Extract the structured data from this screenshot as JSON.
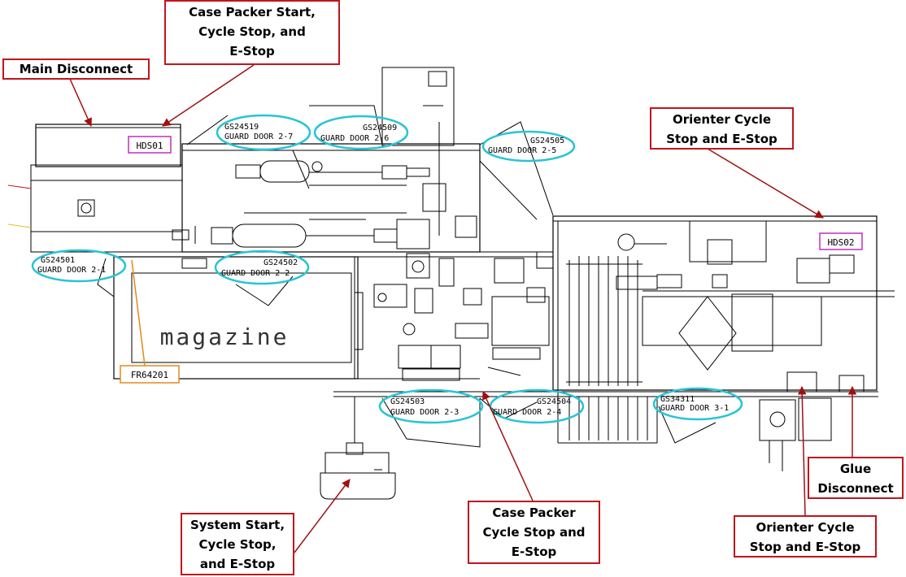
{
  "callouts": {
    "main_disconnect": [
      "Main Disconnect"
    ],
    "case_packer_start": [
      "Case Packer Start,",
      "Cycle Stop, and",
      "E-Stop"
    ],
    "orienter_top": [
      "Orienter Cycle",
      "Stop and E-Stop"
    ],
    "system_start": [
      "System Start,",
      "Cycle Stop,",
      "and E-Stop"
    ],
    "case_packer_cycle": [
      "Case Packer",
      "Cycle Stop and",
      "E-Stop"
    ],
    "glue_disconnect": [
      "Glue",
      "Disconnect"
    ],
    "orienter_bottom": [
      "Orienter Cycle",
      "Stop and E-Stop"
    ]
  },
  "equipment_tags": {
    "hds01": "HDS01",
    "hds02": "HDS02",
    "fr64201": "FR64201",
    "magazine": "magazine"
  },
  "guard_doors": [
    {
      "id": "GS24501",
      "label": "GUARD DOOR 2-1"
    },
    {
      "id": "GS24502",
      "label": "GUARD DOOR 2-2"
    },
    {
      "id": "GS24503",
      "label": "GUARD DOOR 2-3"
    },
    {
      "id": "GS24504",
      "label": "GUARD DOOR 2-4"
    },
    {
      "id": "GS24505",
      "label": "GUARD DOOR 2-5"
    },
    {
      "id": "GS24509",
      "label": "GUARD DOOR 2-6"
    },
    {
      "id": "GS24519",
      "label": "GUARD DOOR 2-7"
    },
    {
      "id": "GS34311",
      "label": "GUARD DOOR 3-1"
    }
  ],
  "colors": {
    "callout_border": "#c0161b",
    "arrow": "#a01010",
    "guard_ellipse": "#29c4d4",
    "disconnect_tag": "#c02fc0",
    "fr_tag": "#e08a1e",
    "drawing": "#000000"
  }
}
